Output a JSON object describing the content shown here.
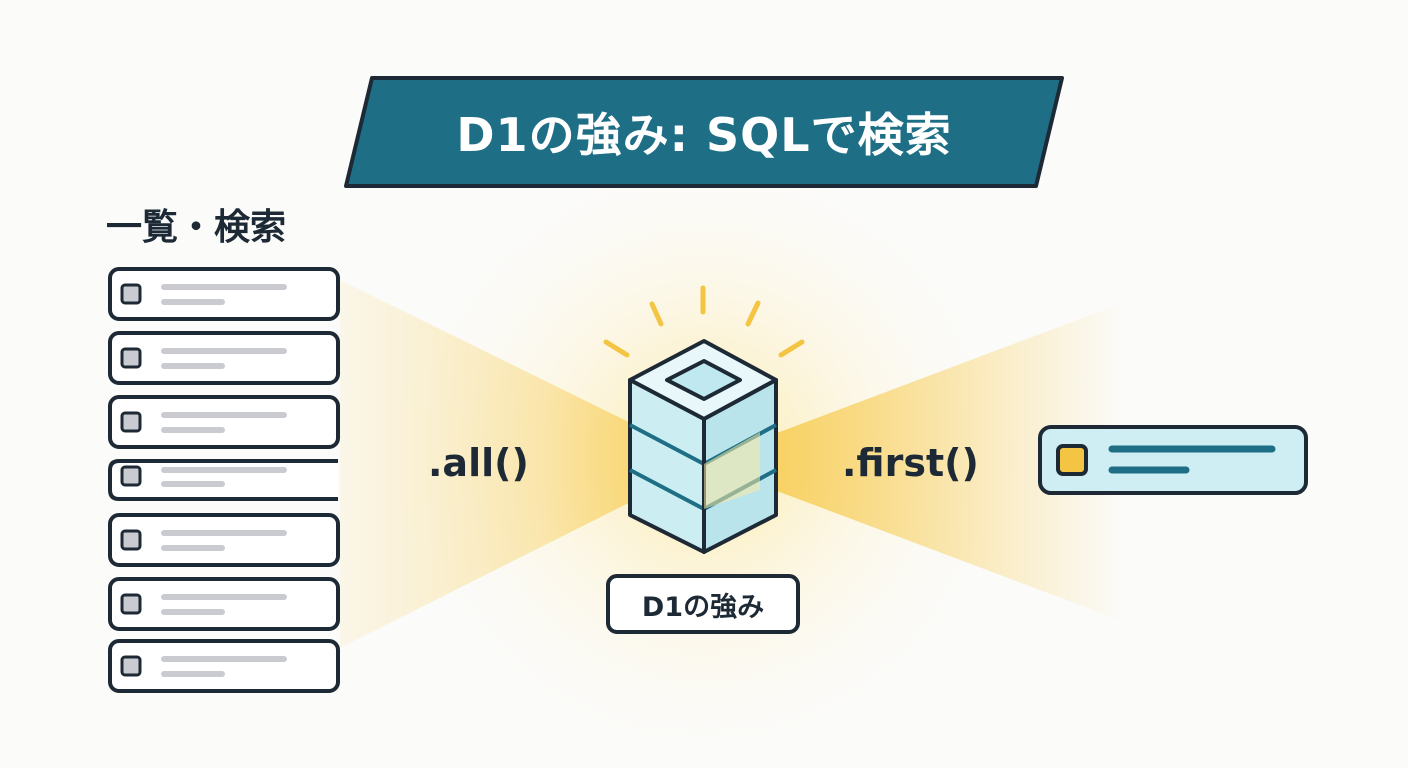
{
  "title": "D1の強み: SQLで検索",
  "list_heading": "一覧・検索",
  "all_method": ".all()",
  "first_method": ".first()",
  "database_label": "D1の強み",
  "colors": {
    "banner": "#1e6f86",
    "outline": "#1d2a36",
    "beam": "#f7c948",
    "database": "#cceef3",
    "highlight": "#f4c542",
    "result_row": "#cfeef4"
  }
}
